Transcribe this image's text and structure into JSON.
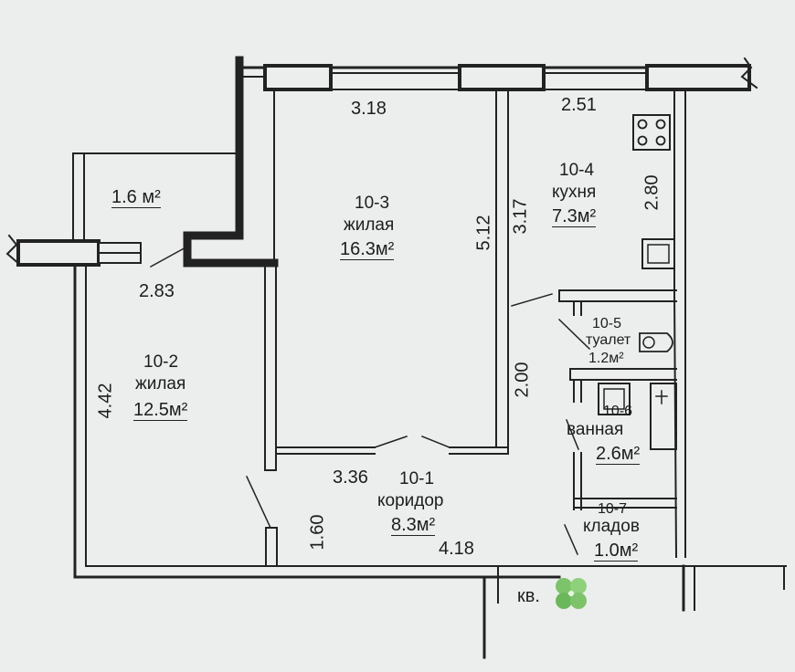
{
  "rooms": {
    "balcony": {
      "area": "1.6 м²"
    },
    "r10_2": {
      "id": "10-2",
      "name": "жилая",
      "area": "12.5м²"
    },
    "r10_3": {
      "id": "10-3",
      "name": "жилая",
      "area": "16.3м²"
    },
    "r10_4": {
      "id": "10-4",
      "name": "кухня",
      "area": "7.3м²"
    },
    "r10_5": {
      "id": "10-5",
      "name": "туалет",
      "area": "1.2м²"
    },
    "r10_6": {
      "id": "10-6",
      "name": "ванная",
      "area": "2.6м²"
    },
    "r10_7": {
      "id": "10-7",
      "name": "кладов",
      "area": "1.0м²"
    },
    "r10_1": {
      "id": "10-1",
      "name": "коридор",
      "area": "8.3м²"
    }
  },
  "dimensions": {
    "d318": "3.18",
    "d251": "2.51",
    "d283": "2.83",
    "d442": "4.42",
    "d512": "5.12",
    "d317": "3.17",
    "d280": "2.80",
    "d200": "2.00",
    "d336": "3.36",
    "d160": "1.60",
    "d418": "4.18"
  },
  "entrance_label": "кв.",
  "colors": {
    "wall": "#222222",
    "background": "#eceeed",
    "clover": "#7cc36a"
  }
}
